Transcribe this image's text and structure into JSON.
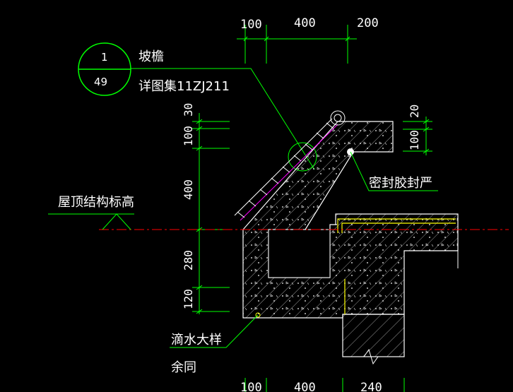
{
  "detail_marker": {
    "number": "1",
    "sheet": "49"
  },
  "labels": {
    "eave_title": "坡檐",
    "atlas_ref": "详图集11ZJ211",
    "roof_level": "屋顶结构标高",
    "sealant": "密封胶封严",
    "drip_detail": "滴水大样",
    "same_below": "余同"
  },
  "top_dims": [
    "100",
    "400",
    "200"
  ],
  "bottom_dims": [
    "100",
    "400",
    "240"
  ],
  "left_dims": [
    "30",
    "100",
    "400",
    "280",
    "120"
  ],
  "right_dims": [
    "20",
    "100"
  ],
  "colors": {
    "background": "#000000",
    "dim_line": "#00ff00",
    "concrete": "#ffffff",
    "level_line": "#ff0000",
    "membrane": "#ffff00",
    "roof_tile": "#ff00ff",
    "text": "#ffffff"
  }
}
